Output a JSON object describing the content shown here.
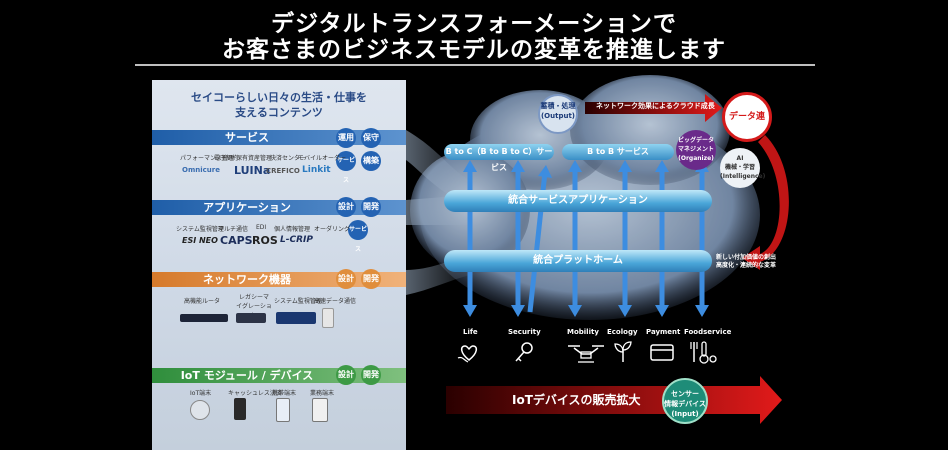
{
  "header": {
    "title_line1": "デジタルトランスフォーメーションで",
    "title_line2": "お客さまのビジネスモデルの変革を推進します"
  },
  "panel": {
    "heading_line1": "セイコーらしい日々の生活・仕事を",
    "heading_line2": "支えるコンテンツ",
    "sections": {
      "service": {
        "label": "サービス",
        "badges": [
          "運用",
          "保守",
          "サービス",
          "構築"
        ],
        "captions": [
          "パフォーマンス管理",
          "電子契約",
          "保有資産管理",
          "決済センター",
          "モバイルオーダー"
        ],
        "logos": [
          "Omnicure",
          "LUINa",
          "CREFICO",
          "Linkit"
        ]
      },
      "application": {
        "label": "アプリケーション",
        "badges": [
          "設計",
          "開発",
          "サービス"
        ],
        "captions": [
          "システム監視管理",
          "マルチ通信",
          "EDI",
          "個人情報管理",
          "オーダリング"
        ],
        "logos": [
          "ESI NEO",
          "CAPS",
          "ROS",
          "L-CRIP"
        ]
      },
      "network": {
        "label": "ネットワーク機器",
        "badges": [
          "設計",
          "開発"
        ],
        "captions": [
          "高機能ルータ",
          "レガシーマイグレーション",
          "システム監視管理",
          "高速データ通信"
        ]
      },
      "iot": {
        "label": "IoT モジュール / デバイス",
        "badges": [
          "設計",
          "開発"
        ],
        "captions": [
          "IoT端末",
          "キャッシュレス決済",
          "携帯端末",
          "業務端末"
        ]
      }
    }
  },
  "diagram": {
    "output_bubble": [
      "蓄積・処理",
      "(Output)"
    ],
    "cloud_growth": "ネットワーク効果によるクラウド成長",
    "data_link": "データ連携",
    "bigdata": [
      "ビッグデータ",
      "マネジメント",
      "(Organize)"
    ],
    "ai": [
      "AI",
      "機械・学習",
      "(Intelligence)"
    ],
    "b2c": "B to C（B to B to C）サービス",
    "b2b": "B to B サービス",
    "integrated_services": "統合サービスアプリケーション",
    "integrated_platform": "統合プラットホーム",
    "new_value": [
      "新しい付加価値の創出",
      "高度化・連続的な変革"
    ],
    "categories": [
      "Life",
      "Security",
      "Mobility",
      "Ecology",
      "Payment",
      "Foodservice"
    ],
    "iot_expansion": "IoTデバイスの販売拡大",
    "sensor": [
      "センサー",
      "情報デバイス",
      "(Input)"
    ]
  }
}
